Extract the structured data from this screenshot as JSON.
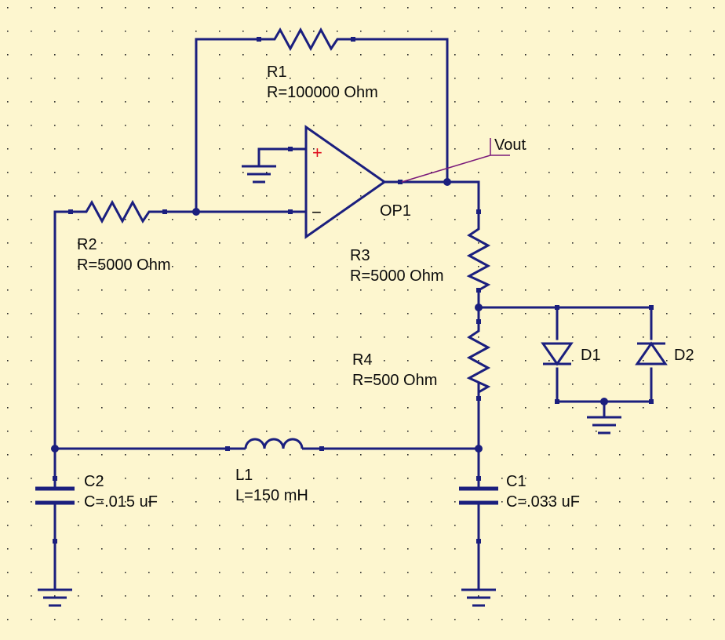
{
  "components": {
    "R1": {
      "name": "R1",
      "value": "R=100000 Ohm"
    },
    "R2": {
      "name": "R2",
      "value": "R=5000 Ohm"
    },
    "R3": {
      "name": "R3",
      "value": "R=5000 Ohm"
    },
    "R4": {
      "name": "R4",
      "value": "R=500 Ohm"
    },
    "C1": {
      "name": "C1",
      "value": "C=.033 uF"
    },
    "C2": {
      "name": "C2",
      "value": "C=.015 uF"
    },
    "L1": {
      "name": "L1",
      "value": "L=150 mH"
    },
    "OP1": {
      "name": "OP1"
    },
    "D1": {
      "name": "D1"
    },
    "D2": {
      "name": "D2"
    }
  },
  "net_label": "Vout",
  "opamp_pins": {
    "plus": "+",
    "minus": "−"
  },
  "colors": {
    "background": "#fdf6cf",
    "grid_dot": "#2a2a2a",
    "wire": "#1b1f7e",
    "plus_sign": "#e0101e",
    "net_label_line": "#7a1a7a"
  }
}
